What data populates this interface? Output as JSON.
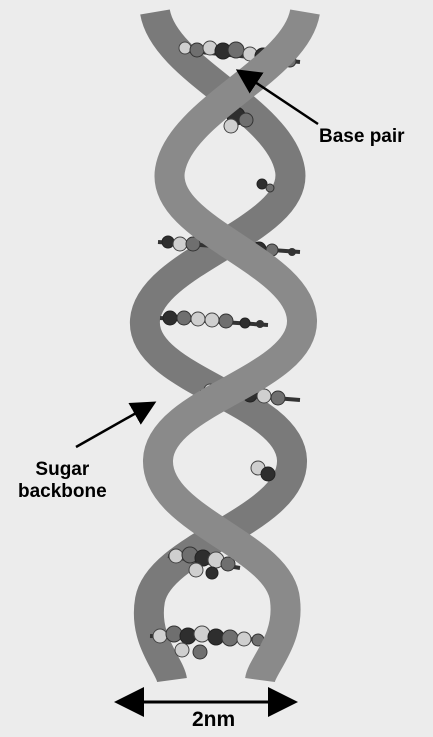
{
  "labels": {
    "base_pair": "Base pair",
    "sugar_backbone_line1": "Sugar",
    "sugar_backbone_line2": "backbone",
    "scale": "2nm"
  },
  "colors": {
    "background": "#ececec",
    "backbone": "#8a8a8a",
    "backbone_dark": "#7a7a7a",
    "atom_dark": "#2e2e2e",
    "atom_mid": "#6f6f6f",
    "atom_light": "#cfcfcf",
    "arrow": "#000000"
  }
}
